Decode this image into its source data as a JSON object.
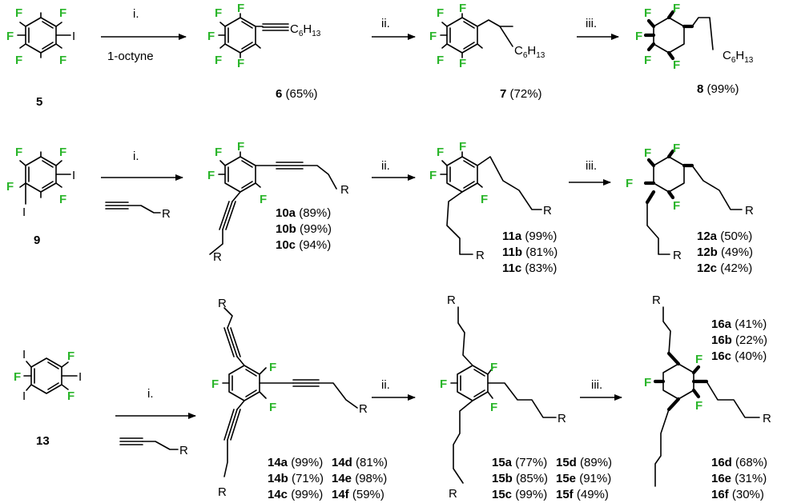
{
  "reagents": {
    "step1": "i.",
    "step2": "ii.",
    "step3": "iii.",
    "octyne": "1-octyne"
  },
  "atoms": {
    "F": "F",
    "I": "I",
    "R": "R",
    "C6H13": "C6H13"
  },
  "row1": {
    "c5": {
      "num": "5"
    },
    "c6": {
      "num": "6",
      "yield": " (65%)"
    },
    "c7": {
      "num": "7",
      "yield": " (72%)"
    },
    "c8": {
      "num": "8",
      "yield": " (99%)"
    }
  },
  "row2": {
    "c9": {
      "num": "9"
    },
    "c10": [
      {
        "num": "10a",
        "yield": " (89%)"
      },
      {
        "num": "10b",
        "yield": " (99%)"
      },
      {
        "num": "10c",
        "yield": " (94%)"
      }
    ],
    "c11": [
      {
        "num": "11a",
        "yield": " (99%)"
      },
      {
        "num": "11b",
        "yield": " (81%)"
      },
      {
        "num": "11c",
        "yield": " (83%)"
      }
    ],
    "c12": [
      {
        "num": "12a",
        "yield": " (50%)"
      },
      {
        "num": "12b",
        "yield": " (49%)"
      },
      {
        "num": "12c",
        "yield": " (42%)"
      }
    ]
  },
  "row3": {
    "c13": {
      "num": "13"
    },
    "c14": [
      {
        "num": "14a",
        "yield": " (99%)"
      },
      {
        "num": "14b",
        "yield": " (71%)"
      },
      {
        "num": "14c",
        "yield": " (99%)"
      },
      {
        "num": "14d",
        "yield": " (81%)"
      },
      {
        "num": "14e",
        "yield": " (98%)"
      },
      {
        "num": "14f",
        "yield": " (59%)"
      }
    ],
    "c15": [
      {
        "num": "15a",
        "yield": " (77%)"
      },
      {
        "num": "15b",
        "yield": " (85%)"
      },
      {
        "num": "15c",
        "yield": " (99%)"
      },
      {
        "num": "15d",
        "yield": " (89%)"
      },
      {
        "num": "15e",
        "yield": " (91%)"
      },
      {
        "num": "15f",
        "yield": " (49%)"
      }
    ],
    "c16": [
      {
        "num": "16a",
        "yield": " (41%)"
      },
      {
        "num": "16b",
        "yield": " (22%)"
      },
      {
        "num": "16c",
        "yield": " (40%)"
      },
      {
        "num": "16d",
        "yield": " (68%)"
      },
      {
        "num": "16e",
        "yield": " (31%)"
      },
      {
        "num": "16f",
        "yield": " (30%)"
      }
    ]
  }
}
